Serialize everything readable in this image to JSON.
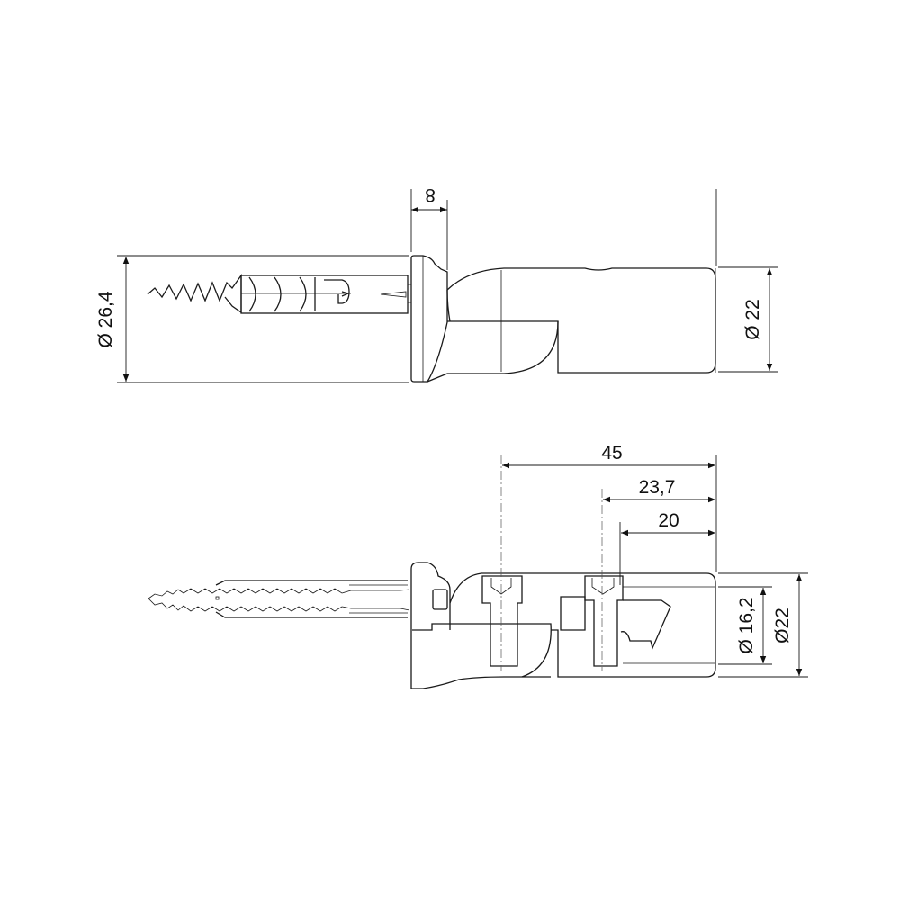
{
  "drawing": {
    "side_view": {
      "dimensions": {
        "flange_thickness": "8",
        "flange_diameter": "Ø 26,4",
        "body_diameter": "Ø 22"
      }
    },
    "section_view": {
      "dimensions": {
        "overall_length": "45",
        "screw_distance_1": "23,7",
        "screw_distance_2": "20",
        "inner_diameter": "Ø 16,2",
        "outer_diameter": "Ø22"
      }
    }
  }
}
